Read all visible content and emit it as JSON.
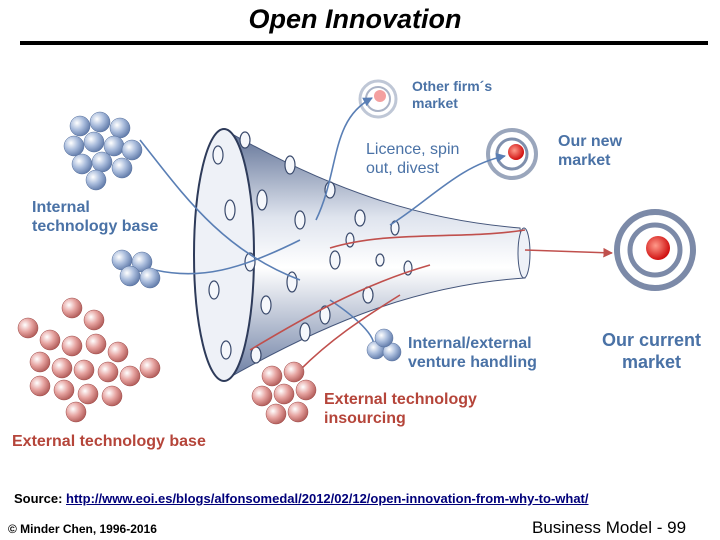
{
  "title": "Open Innovation",
  "diagram": {
    "labels": {
      "other_firms_market": "Other firm´s\nmarket",
      "our_new_market": "Our new\nmarket",
      "licence": "Licence, spin\nout, divest",
      "internal_tech_base": "Internal\ntechnology base",
      "our_current_market": "Our current\nmarket",
      "venture_handling": "Internal/external\nventure handling",
      "external_insourcing": "External technology\ninsourcing",
      "external_tech_base": "External technology base"
    },
    "colors": {
      "label_blue": "#4a72a6",
      "label_red": "#b5453a",
      "funnel": "#9aa8c2",
      "target_red": "#e02020",
      "sphere_blue": "#8ea6cf",
      "sphere_red": "#d98a88"
    }
  },
  "source": {
    "prefix": "Source:",
    "url": "http://www.eoi.es/blogs/alfonsomedal/2012/02/12/open-innovation-from-why-to-what/"
  },
  "footer": {
    "copyright": "© Minder Chen, 1996-2016",
    "slide_label": "Business Model - 99"
  }
}
